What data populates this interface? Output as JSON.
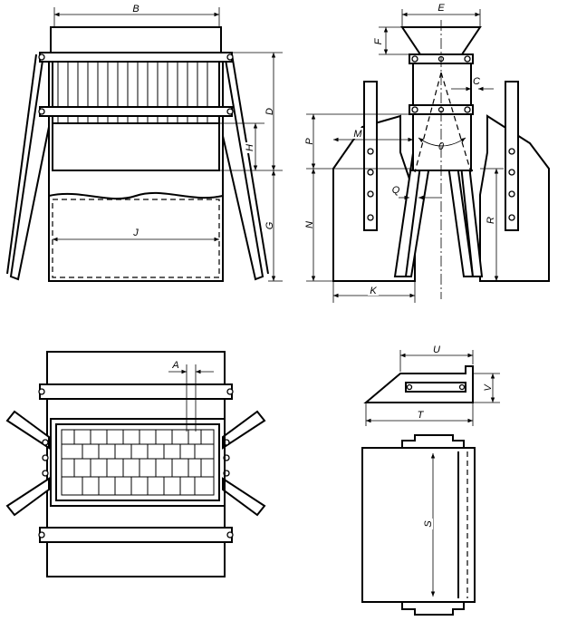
{
  "labels": {
    "A": "A",
    "B": "B",
    "C": "C",
    "D": "D",
    "E": "E",
    "F": "F",
    "G": "G",
    "H": "H",
    "J": "J",
    "K": "K",
    "M": "M",
    "N": "N",
    "P": "P",
    "Q": "Q",
    "R": "R",
    "S": "S",
    "T": "T",
    "U": "U",
    "V": "V",
    "theta": "θ"
  }
}
